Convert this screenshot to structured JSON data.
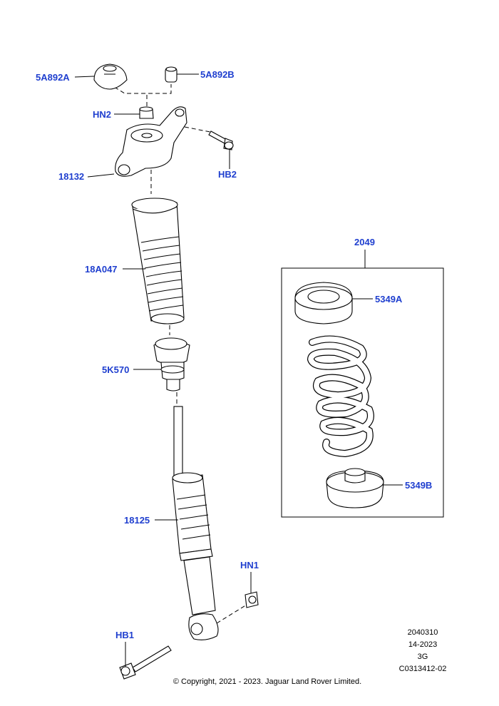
{
  "callouts": {
    "c_5A892A": "5A892A",
    "c_5A892B": "5A892B",
    "c_HN2": "HN2",
    "c_HB2": "HB2",
    "c_18132": "18132",
    "c_18A047": "18A047",
    "c_5K570": "5K570",
    "c_18125": "18125",
    "c_HN1": "HN1",
    "c_HB1": "HB1",
    "c_2049": "2049",
    "c_5349A": "5349A",
    "c_5349B": "5349B"
  },
  "info": {
    "line1": "2040310",
    "line2": "14-2023",
    "line3": "3G",
    "line4": "C0313412-02"
  },
  "copyright": "© Copyright, 2021 - 2023. Jaguar Land Rover Limited.",
  "colors": {
    "callout": "#1f3fcf",
    "line": "#000000"
  }
}
